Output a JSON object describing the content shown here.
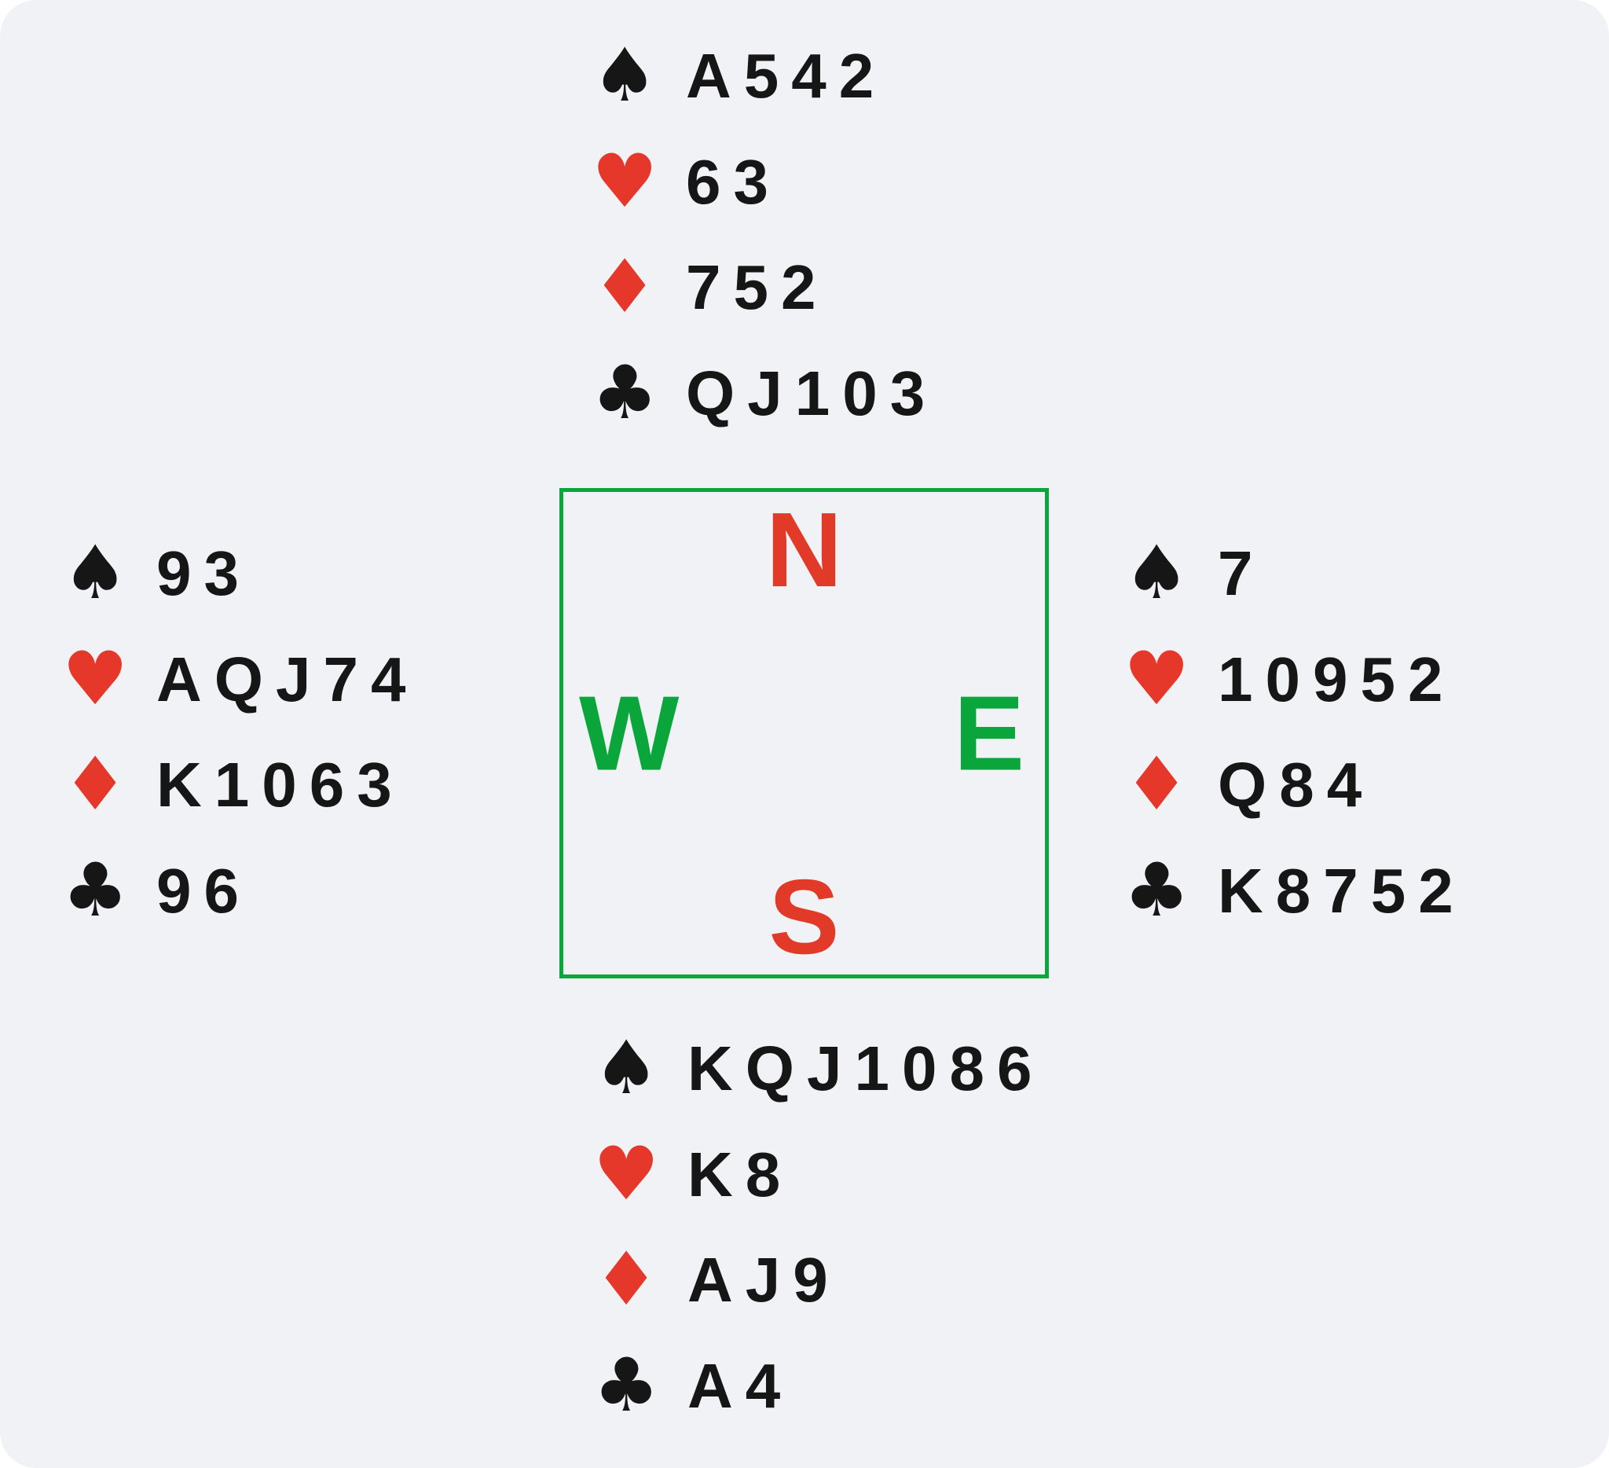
{
  "colors": {
    "panel_background": "#f1f2f6",
    "outer_background": "#ffffff",
    "ink": "#161616",
    "suit_red": "#e5382b",
    "compass_red": "#e23a28",
    "compass_green": "#0aa63c"
  },
  "symbols": {
    "spade": "♠",
    "heart": "♥",
    "diamond": "♦",
    "club": "♣"
  },
  "compass": {
    "north": "N",
    "east": "E",
    "south": "S",
    "west": "W"
  },
  "hands": {
    "north": {
      "spades": "A542",
      "hearts": "63",
      "diamonds": "752",
      "clubs": "QJ103"
    },
    "west": {
      "spades": "93",
      "hearts": "AQJ74",
      "diamonds": "K1063",
      "clubs": "96"
    },
    "east": {
      "spades": "7",
      "hearts": "10952",
      "diamonds": "Q84",
      "clubs": "K8752"
    },
    "south": {
      "spades": "KQJ1086",
      "hearts": "K8",
      "diamonds": "AJ9",
      "clubs": "A4"
    }
  }
}
